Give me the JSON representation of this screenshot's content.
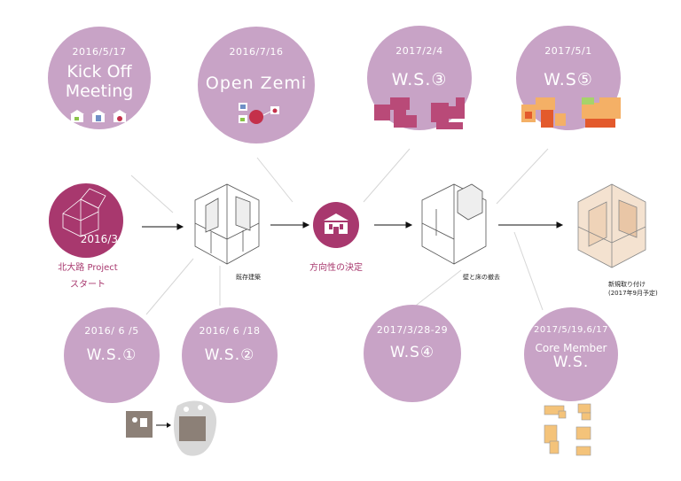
{
  "top_events": [
    {
      "date": "2016/5/17",
      "title_line1": "Kick Off",
      "title_line2": "Meeting"
    },
    {
      "date": "2016/7/16",
      "title_line1": "Open Zemi",
      "title_line2": ""
    },
    {
      "date": "2017/2/4",
      "title_line1": "W.S.③",
      "title_line2": ""
    },
    {
      "date": "2017/5/1",
      "title_line1": "W.S⑤",
      "title_line2": ""
    }
  ],
  "bottom_events": [
    {
      "date": "2016/ 6 /5",
      "title": "W.S.①"
    },
    {
      "date": "2016/ 6 /18",
      "title": "W.S.②"
    },
    {
      "date": "2017/3/28-29",
      "title": "W.S④"
    },
    {
      "date": "2017/5/19,6/17",
      "subtitle": "Core Member",
      "title": "W.S."
    }
  ],
  "start": {
    "date": "2016/3",
    "label_line1": "北大路 Project",
    "label_line2": "スタート"
  },
  "stages": {
    "existing": "既存建築",
    "direction": "方向性の決定",
    "removal": "壁と床の撤去",
    "installation_line1": "新規取り付け",
    "installation_line2": "(2017年9月予定)"
  },
  "colors": {
    "circle": "#c8a3c6",
    "accent": "#a8386e",
    "line": "#cfcfcf"
  }
}
